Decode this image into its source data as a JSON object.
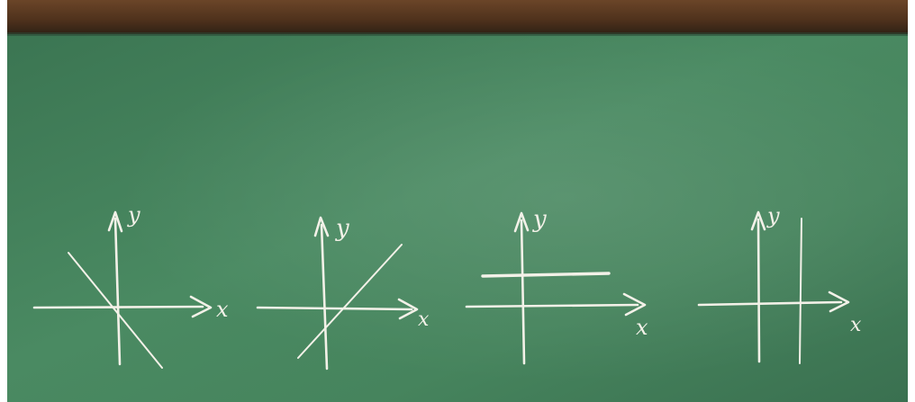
{
  "scene": {
    "board_color": "#3f7a56",
    "frame_color": "#5a3a22",
    "chalk_color": "#f3f1e8"
  },
  "graphs": [
    {
      "y_label": "y",
      "x_label": "x",
      "line": "decreasing-through-origin"
    },
    {
      "y_label": "y",
      "x_label": "x",
      "line": "increasing-through-origin"
    },
    {
      "y_label": "y",
      "x_label": "x",
      "line": "horizontal-above-x-axis"
    },
    {
      "y_label": "y",
      "x_label": "x",
      "line": "vertical-right-of-y-axis"
    }
  ]
}
